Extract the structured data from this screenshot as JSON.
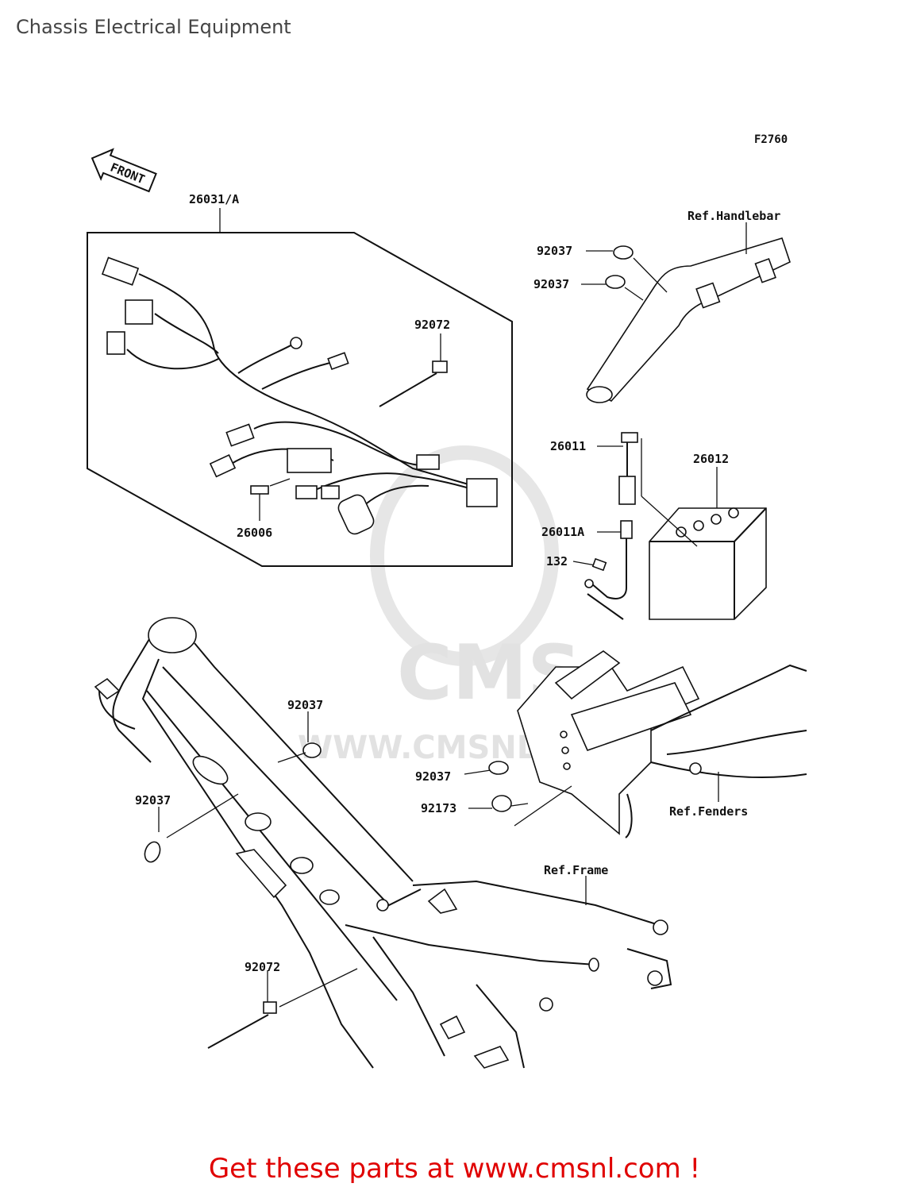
{
  "title": "Chassis Electrical Equipment",
  "figure_code": "F2760",
  "front_label": "FRONT",
  "watermark": {
    "logo": "CMS",
    "url": "WWW.CMSNL.COM"
  },
  "callouts": {
    "harness": "26031/A",
    "tie_in_kit": "92072",
    "fuse": "26006",
    "clamp_handlebar_1": "92037",
    "clamp_handlebar_2": "92037",
    "ref_handlebar": "Ref.Handlebar",
    "lead_positive": "26011",
    "battery": "26012",
    "lead_negative": "26011A",
    "bolt": "132",
    "clamp_frame_1": "92037",
    "clamp_frame_2": "92037",
    "clamp_box": "92037",
    "band": "92173",
    "ref_fenders": "Ref.Fenders",
    "ref_frame": "Ref.Frame",
    "tie_frame": "92072"
  },
  "cta": "Get these parts at www.cmsnl.com !"
}
